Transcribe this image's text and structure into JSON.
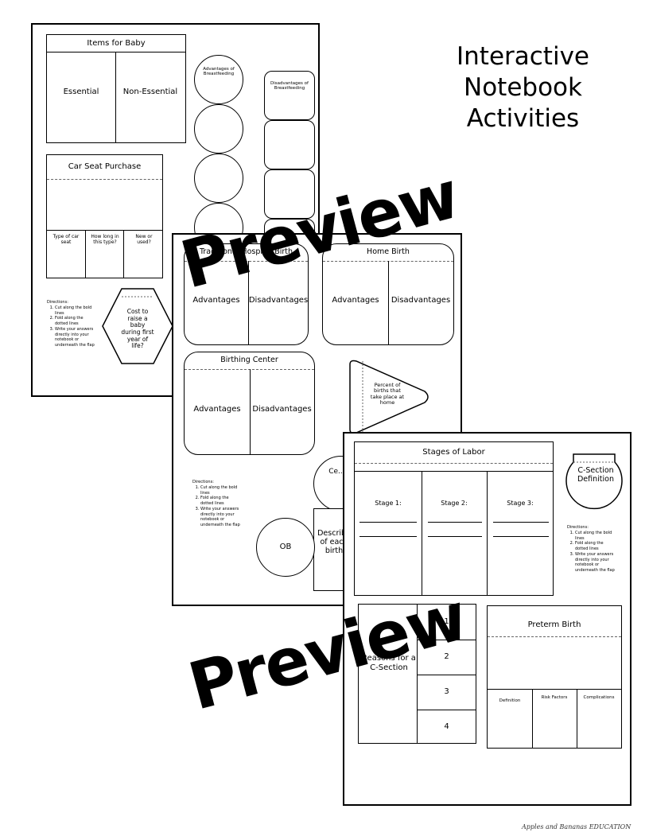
{
  "heading": [
    "Interactive",
    "Notebook",
    "Activities"
  ],
  "watermark": "Preview",
  "credit": "Apples and Bananas EDUCATION",
  "directions": {
    "label": "Directions:",
    "items": [
      "Cut along the bold lines",
      "Fold along the dotted lines",
      "Write your answers directly into your notebook or underneath the flap"
    ]
  },
  "page1": {
    "items_for_baby": {
      "title": "Items for Baby",
      "cols": [
        "Essential",
        "Non-Essential"
      ]
    },
    "car_seat": {
      "title": "Car Seat Purchase",
      "cols": [
        "Type of car seat",
        "How long in this type?",
        "New or used?"
      ]
    },
    "breastfeeding_adv": "Advantages of Breastfeeding",
    "breastfeeding_dis": "Disadvantages of Breastfeeding",
    "hex": "Cost to raise a baby during first year of life?"
  },
  "page2": {
    "hospital": {
      "title": "Traditional Hospital Birth",
      "cols": [
        "Advantages",
        "Disadvantages"
      ]
    },
    "home": {
      "title": "Home Birth",
      "cols": [
        "Advantages",
        "Disadvantages"
      ]
    },
    "center": {
      "title": "Birthing Center",
      "cols": [
        "Advantages",
        "Disadvantages"
      ]
    },
    "triangle": "Percent of births that take place at home",
    "ob": "OB",
    "describe": "Describe of each birth",
    "cert": "Ce... M..."
  },
  "page3": {
    "labor": {
      "title": "Stages of Labor",
      "cols": [
        "Stage 1:",
        "Stage 2:",
        "Stage 3:"
      ]
    },
    "csection_def": "C-Section Definition",
    "reasons": {
      "title": "Reasons for a C-Section",
      "nums": [
        "1",
        "2",
        "3",
        "4"
      ]
    },
    "preterm": {
      "title": "Preterm Birth",
      "cols": [
        "Definition",
        "Risk Factors",
        "Complications"
      ]
    }
  }
}
